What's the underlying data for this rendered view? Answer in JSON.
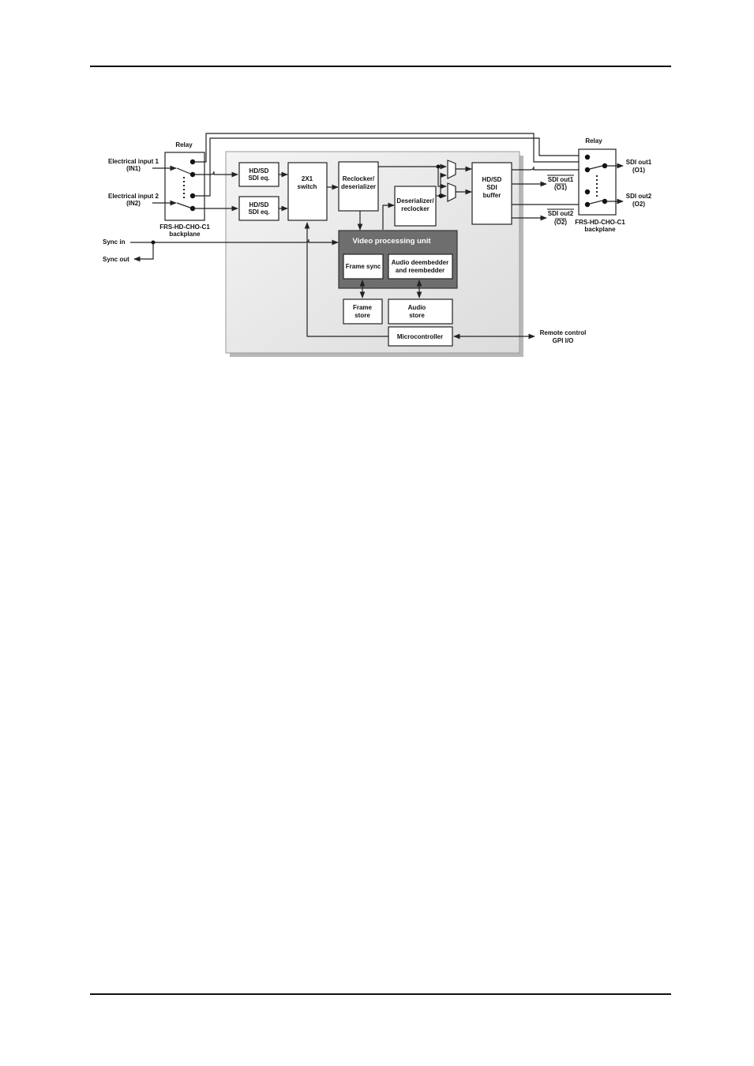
{
  "labels": {
    "relay_left": "Relay",
    "relay_right": "Relay",
    "input1_a": "Electrical input 1",
    "input1_b": "(IN1)",
    "input2_a": "Electrical input 2",
    "input2_b": "(IN2)",
    "backplane_left_a": "FRS-HD-CHO-C1",
    "backplane_left_b": "backplane",
    "backplane_right_a": "FRS-HD-CHO-C1",
    "backplane_right_b": "backplane",
    "sync_in": "Sync in",
    "sync_out": "Sync out",
    "eq1_a": "HD/SD",
    "eq1_b": "SDI eq.",
    "eq2_a": "HD/SD",
    "eq2_b": "SDI eq.",
    "switch_a": "2X1",
    "switch_b": "switch",
    "reclocker_a": "Reclocker/",
    "reclocker_b": "deserializer",
    "deserializer_a": "Deserializer/",
    "deserializer_b": "reclocker",
    "buffer_a": "HD/SD",
    "buffer_b": "SDI",
    "buffer_c": "buffer",
    "vpu": "Video processing unit",
    "frame_sync": "Frame sync",
    "audio_emb_a": "Audio deembedder",
    "audio_emb_b": "and reembedder",
    "frame_store_a": "Frame",
    "frame_store_b": "store",
    "audio_store_a": "Audio",
    "audio_store_b": "store",
    "microcontroller": "Microcontroller",
    "remote_a": "Remote control",
    "remote_b": "GPI I/O",
    "sdi_out1_inv": "SDI out1",
    "o1_inv": "(O1)",
    "sdi_out2_inv": "SDI out2",
    "o2_inv": "(O2)",
    "sdi_out1_a": "SDI out1",
    "sdi_out1_b": "(O1)",
    "sdi_out2_a": "SDI out2",
    "sdi_out2_b": "(O2)"
  }
}
